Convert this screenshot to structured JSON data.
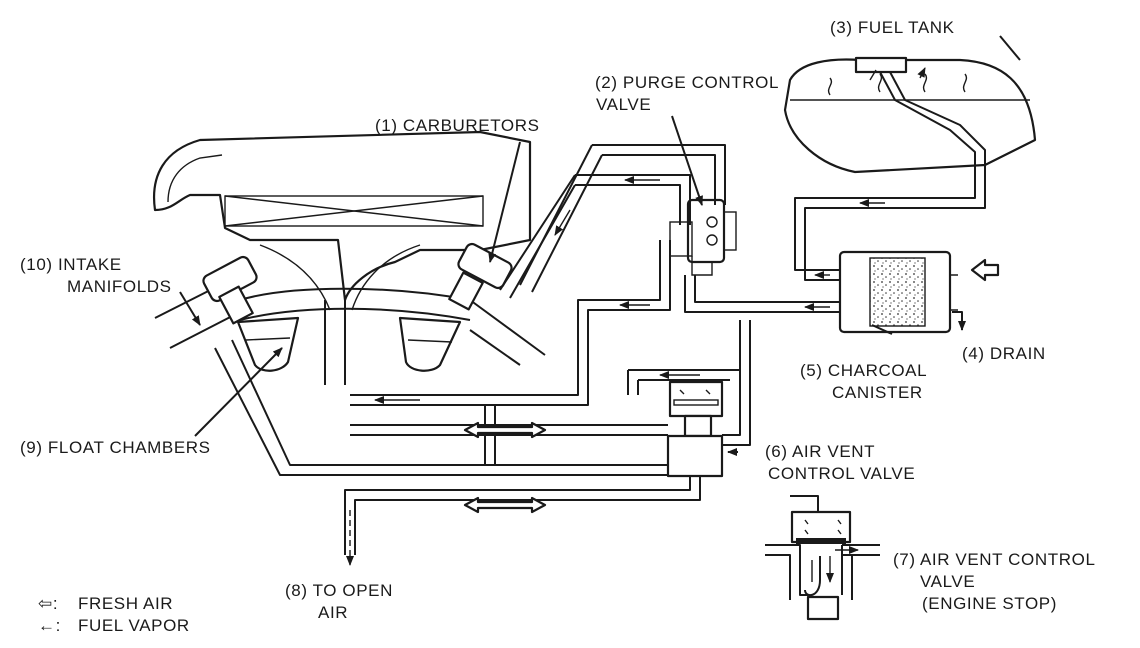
{
  "labels": {
    "carburetors": "(1) CARBURETORS",
    "purge_valve_1": "(2) PURGE CONTROL",
    "purge_valve_2": "VALVE",
    "fuel_tank": "(3) FUEL TANK",
    "drain": "(4) DRAIN",
    "canister_1": "(5) CHARCOAL",
    "canister_2": "CANISTER",
    "air_vent_1": "(6) AIR VENT",
    "air_vent_2": "CONTROL VALVE",
    "air_vent_stop_1": "(7) AIR VENT CONTROL",
    "air_vent_stop_2": "VALVE",
    "air_vent_stop_3": "(ENGINE STOP)",
    "open_air_1": "(8) TO OPEN",
    "open_air_2": "AIR",
    "float_chambers": "(9) FLOAT CHAMBERS",
    "intake_1": "(10) INTAKE",
    "intake_2": "MANIFOLDS"
  },
  "legend": {
    "fresh_air_symbol": "⇦:",
    "fresh_air": "FRESH AIR",
    "fuel_vapor_symbol": "←:",
    "fuel_vapor": "FUEL VAPOR"
  }
}
